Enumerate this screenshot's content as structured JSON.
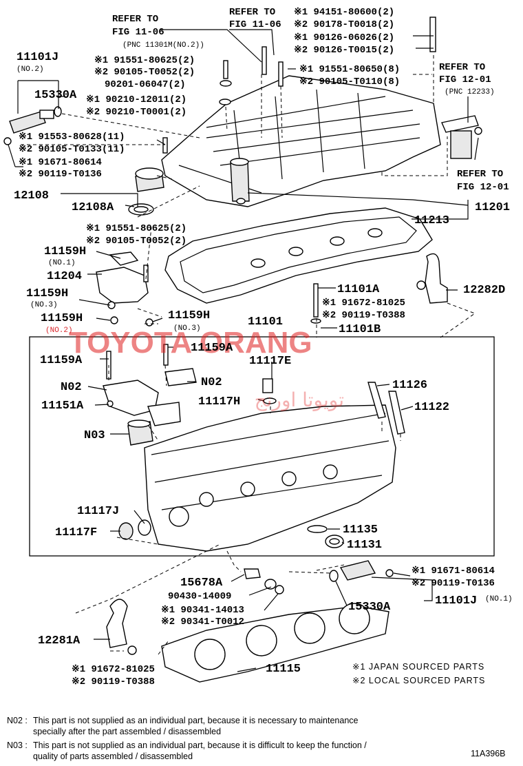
{
  "labels": {
    "refer_fig_11_06_top": [
      "REFER TO",
      "FIG 11-06"
    ],
    "pnc_11301m": "(PNC 11301M(NO.2))",
    "refer_fig_11_06_mid": [
      "REFER TO",
      "FIG 11-06"
    ],
    "refer_fig_12_01_top": [
      "REFER TO",
      "FIG 12-01"
    ],
    "pnc_12233": "(PNC 12233)",
    "refer_fig_12_01_bottom": [
      "REFER TO",
      "FIG 12-01"
    ],
    "p11101J_no2": "11101J",
    "no2_a": "(NO.2)",
    "p15330A_top": "15330A",
    "m_91551_80625_a": "※1 91551-80625(2)",
    "m_90105_T0052_a": "※2 90105-T0052(2)",
    "p90201_06047": "90201-06047(2)",
    "m_90210_12011": "※1 90210-12011(2)",
    "m_90210_T0001": "※2 90210-T0001(2)",
    "m_91553_80628": "※1 91553-80628(11)",
    "m_90105_T0133": "※2 90105-T0133(11)",
    "m_91671_80614_a": "※1 91671-80614",
    "m_90119_T0136_a": "※2 90119-T0136",
    "p12108": "12108",
    "p12108A": "12108A",
    "m_94151_80600": "※1 94151-80600(2)",
    "m_90178_T0018": "※2 90178-T0018(2)",
    "m_90126_06026": "※1 90126-06026(2)",
    "m_90126_T0015": "※2 90126-T0015(2)",
    "m_91551_80650": "※1 91551-80650(8)",
    "m_90105_T0110": "※2 90105-T0110(8)",
    "p11213": "11213",
    "p11201": "11201",
    "m_91551_80625_b": "※1 91551-80625(2)",
    "m_90105_T0052_b": "※2 90105-T0052(2)",
    "p11159H_no1": "11159H",
    "no1": "(NO.1)",
    "p11204": "11204",
    "p11159H_no3_a": "11159H",
    "no3_a": "(NO.3)",
    "p11159H_no2": "11159H",
    "no2_b": "(NO.2)",
    "p11159H_no3_b": "11159H",
    "no3_b": "(NO.3)",
    "p11101A": "11101A",
    "m_91672_81025_a": "※1 91672-81025",
    "m_90119_T0388_a": "※2 90119-T0388",
    "p11101B": "11101B",
    "p12282D": "12282D",
    "p11101": "11101",
    "p11159A_a": "11159A",
    "p11159A_b": "11159A",
    "p11117E": "11117E",
    "n02_a": "N02",
    "n02_b": "N02",
    "p11117H": "11117H",
    "p11126": "11126",
    "p11151A": "11151A",
    "p11122": "11122",
    "n03": "N03",
    "p11117J": "11117J",
    "p11117F": "11117F",
    "p11135": "11135",
    "p11131": "11131",
    "p15678A": "15678A",
    "p90430_14009": "90430-14009",
    "m_90341_14013": "※1 90341-14013",
    "m_90341_T0012": "※2 90341-T0012",
    "m_91671_80614_b": "※1 91671-80614",
    "m_90119_T0136_b": "※2 90119-T0136",
    "p15330A_bottom": "15330A",
    "p11101J_no1": "11101J",
    "no1_b": "(NO.1)",
    "p12281A": "12281A",
    "m_91672_81025_b": "※1 91672-81025",
    "m_90119_T0388_b": "※2 90119-T0388",
    "p11115": "11115"
  },
  "legend": {
    "japan": "※1 JAPAN SOURCED PARTS",
    "local": "※2 LOCAL SOURCED PARTS"
  },
  "notes": {
    "n02_key": "N02 :",
    "n02_text": [
      "This part is not supplied as an individual part, because it is necessary to maintenance",
      "specially after the part assembled / disassembled"
    ],
    "n03_key": "N03 :",
    "n03_text": [
      "This part is not supplied as an individual part, because it is difficult to keep the function /",
      "quality of parts  assembled / disassembled"
    ]
  },
  "figure_code": "11A396B",
  "watermark": {
    "main": "TOYOTA ORANG",
    "arabic": "تويوتا اورنج"
  }
}
